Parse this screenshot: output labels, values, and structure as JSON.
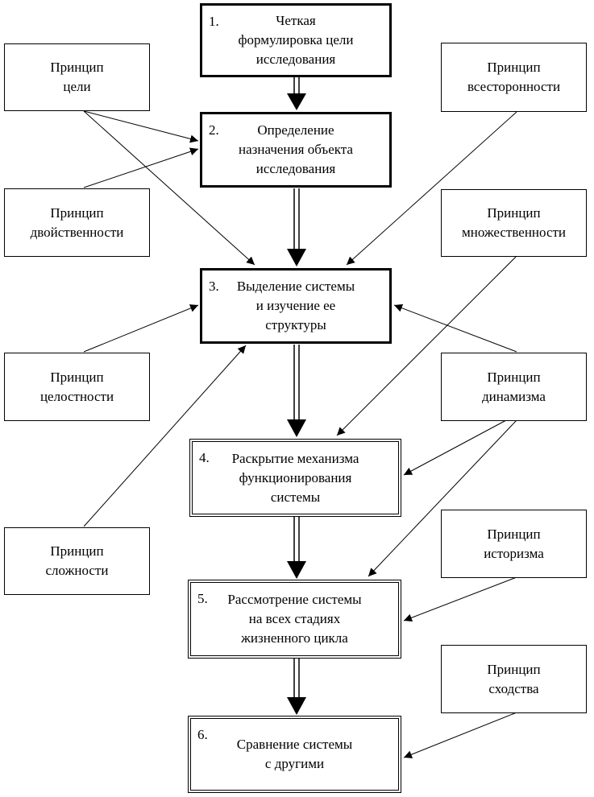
{
  "steps": [
    {
      "num": "1.",
      "lines": [
        "Четкая",
        "формулировка цели",
        "исследования"
      ]
    },
    {
      "num": "2.",
      "lines": [
        "Определение",
        "назначения объекта",
        "исследования"
      ]
    },
    {
      "num": "3.",
      "lines": [
        "Выделение системы",
        "и изучение ее",
        "структуры"
      ]
    },
    {
      "num": "4.",
      "lines": [
        "Раскрытие механизма",
        "функционирования",
        "системы"
      ]
    },
    {
      "num": "5.",
      "lines": [
        "Рассмотрение системы",
        "на всех стадиях",
        "жизненного цикла"
      ]
    },
    {
      "num": "6.",
      "lines": [
        "Сравнение системы",
        "с  другими"
      ]
    }
  ],
  "principles": {
    "goal": [
      "Принцип",
      "цели"
    ],
    "duality": [
      "Принцип",
      "двойственности"
    ],
    "integrity": [
      "Принцип",
      "целостности"
    ],
    "complexity": [
      "Принцип",
      "сложности"
    ],
    "comprehensiveness": [
      "Принцип",
      "всесторонности"
    ],
    "multiplicity": [
      "Принцип",
      "множественности"
    ],
    "dynamism": [
      "Принцип",
      "динамизма"
    ],
    "historicism": [
      "Принцип",
      "историзма"
    ],
    "similarity": [
      "Принцип",
      "сходства"
    ]
  }
}
